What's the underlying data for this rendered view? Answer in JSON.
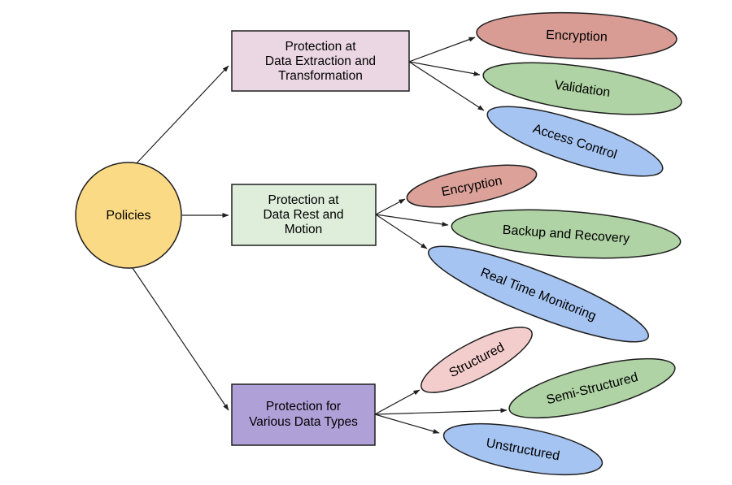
{
  "diagram": {
    "stroke_color": "#1f1f1f",
    "root": {
      "label": "Policies",
      "fill": "#FBDA86"
    },
    "branches": [
      {
        "box": {
          "line1": "Protection at",
          "line2": "Data Extraction and",
          "line3": "Transformation",
          "fill": "#EBD7E3"
        },
        "leaves": [
          {
            "label": "Encryption",
            "fill": "#D99C94"
          },
          {
            "label": "Validation",
            "fill": "#AFD3A4"
          },
          {
            "label": "Access Control",
            "fill": "#A6C4F2"
          }
        ]
      },
      {
        "box": {
          "line1": "Protection at",
          "line2": "Data Rest and",
          "line3": "Motion",
          "fill": "#DFEEDB"
        },
        "leaves": [
          {
            "label": "Encryption",
            "fill": "#DCA29A"
          },
          {
            "label": "Backup and Recovery",
            "fill": "#AFD3A4"
          },
          {
            "label": "Real Time Monitoring",
            "fill": "#A6C4F2"
          }
        ]
      },
      {
        "box": {
          "line1": "Protection for",
          "line2": "Various Data Types",
          "fill": "#B0A0D8"
        },
        "leaves": [
          {
            "label": "Structured",
            "fill": "#F3CDCB"
          },
          {
            "label": "Semi-Structured",
            "fill": "#AFD3A4"
          },
          {
            "label": "Unstructured",
            "fill": "#A6C4F2"
          }
        ]
      }
    ]
  }
}
